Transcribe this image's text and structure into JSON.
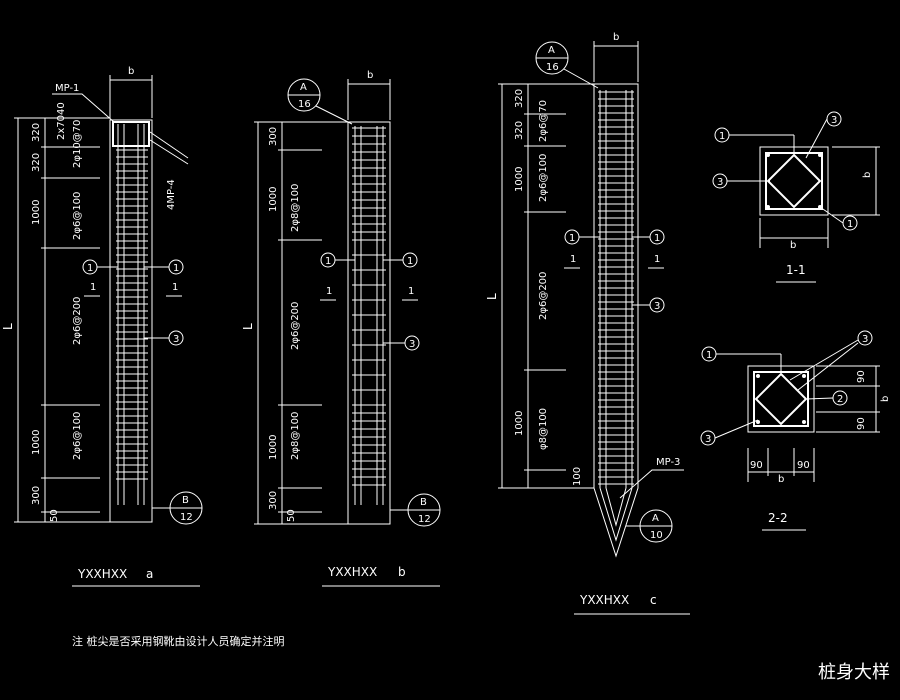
{
  "colors": {
    "background": "#000000",
    "lines": "#ffffff"
  },
  "pile_a": {
    "top_label": "MP-1",
    "b": "b",
    "dims": [
      "320",
      "320",
      "1000",
      "1000",
      "300",
      "50"
    ],
    "small_dims": [
      "40",
      "2x70"
    ],
    "rebar": [
      "2φ10@70",
      "2φ6@100",
      "2φ6@200",
      "2φ6@100"
    ],
    "side_label": "4MP-4",
    "L": "L",
    "callouts": [
      "1",
      "1",
      "3"
    ],
    "section_marks": [
      "1",
      "1"
    ],
    "bubble": {
      "top": "B",
      "bottom": "12"
    },
    "caption": {
      "code": "YXXHXX",
      "suffix": "a"
    }
  },
  "pile_b": {
    "b": "b",
    "bubble_top": {
      "top": "A",
      "bottom": "16"
    },
    "dims": [
      "300",
      "1000",
      "1000",
      "300",
      "50"
    ],
    "rebar": [
      "2φ8@100",
      "2φ6@200",
      "2φ8@100"
    ],
    "L": "L",
    "callouts": [
      "1",
      "1",
      "3"
    ],
    "section_marks": [
      "1",
      "1"
    ],
    "bubble": {
      "top": "B",
      "bottom": "12"
    },
    "caption": {
      "code": "YXXHXX",
      "suffix": "b"
    }
  },
  "pile_c": {
    "b": "b",
    "bubble_top": {
      "top": "A",
      "bottom": "16"
    },
    "dims": [
      "320",
      "320",
      "1000",
      "1000",
      "100"
    ],
    "rebar": [
      "2φ6@70",
      "2φ6@100",
      "2φ6@200",
      "φ8@100"
    ],
    "L": "L",
    "callouts": [
      "1",
      "1",
      "3"
    ],
    "section_marks": [
      "1",
      "1"
    ],
    "tip_label": "MP-3",
    "bubble": {
      "top": "A",
      "bottom": "10"
    },
    "caption": {
      "code": "YXXHXX",
      "suffix": "c"
    }
  },
  "section_1": {
    "callouts": [
      "1",
      "3",
      "3",
      "1"
    ],
    "b_h": "b",
    "b_v": "b",
    "caption": "1-1"
  },
  "section_2": {
    "callouts": [
      "1",
      "3",
      "2",
      "3"
    ],
    "dims": [
      "90",
      "90",
      "90",
      "90"
    ],
    "b_h": "b",
    "b_v": "b",
    "caption": "2-2"
  },
  "note": "注 桩尖是否采用钢靴由设计人员确定并注明",
  "drawing_title": "桩身大样"
}
